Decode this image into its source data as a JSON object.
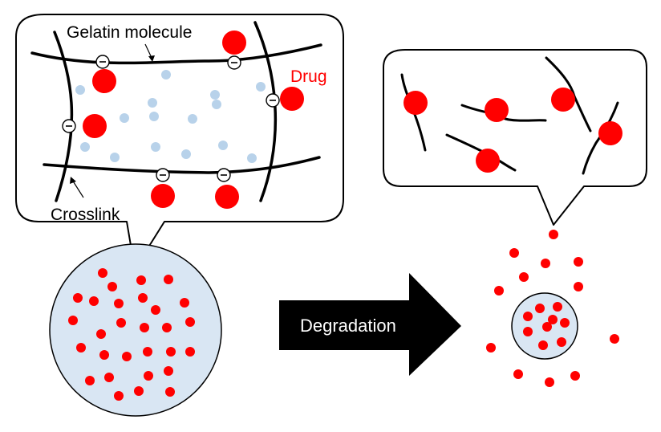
{
  "labels": {
    "gelatin_molecule": "Gelatin molecule",
    "drug": "Drug",
    "crosslink": "Crosslink",
    "degradation": "Degradation"
  },
  "colors": {
    "drug": "#ff0000",
    "water_dots": "#b8d2ea",
    "particle_fill": "#d9e6f3",
    "arrow": "#000000",
    "outline": "#000000"
  },
  "icons": {
    "negative_charge": "minus-in-circle-icon",
    "drug_molecule": "red-circle",
    "degradation_arrow": "right-arrow-icon"
  }
}
